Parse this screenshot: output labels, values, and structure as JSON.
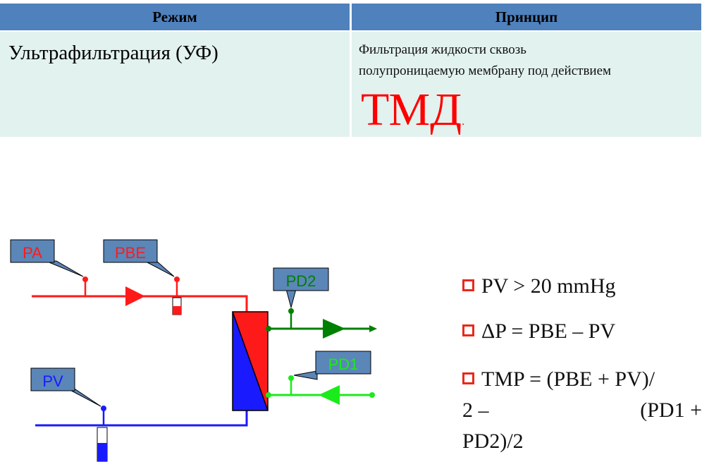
{
  "table": {
    "header_mode": "Режим",
    "header_principle": "Принцип",
    "mode": "Ультрафильтрация (УФ)",
    "principle_line1": "Фильтрация жидкости сквозь",
    "principle_line2": "полупроницаемую мембрану под действием",
    "principle_key": "ТМД",
    "principle_end": "."
  },
  "diagram": {
    "labels": {
      "pa": "PA",
      "pbe": "PBE",
      "pd2": "PD2",
      "pd1": "PD1",
      "pv": "PV"
    },
    "colors": {
      "arterial": "#ff1a1a",
      "venous": "#1a1aff",
      "dialysate_out": "#008000",
      "dialysate_in": "#1aeb1a",
      "label_box": "#5b86b8"
    }
  },
  "bullets": {
    "b1": "PV > 20 mmHg",
    "b2": "ΔP = PBE – PV",
    "b3_line1": "TMP = (PBE + PV)/",
    "b3_line2_a": "2 –",
    "b3_line2_b": "(PD1 +",
    "b3_line3": "PD2)/2"
  }
}
